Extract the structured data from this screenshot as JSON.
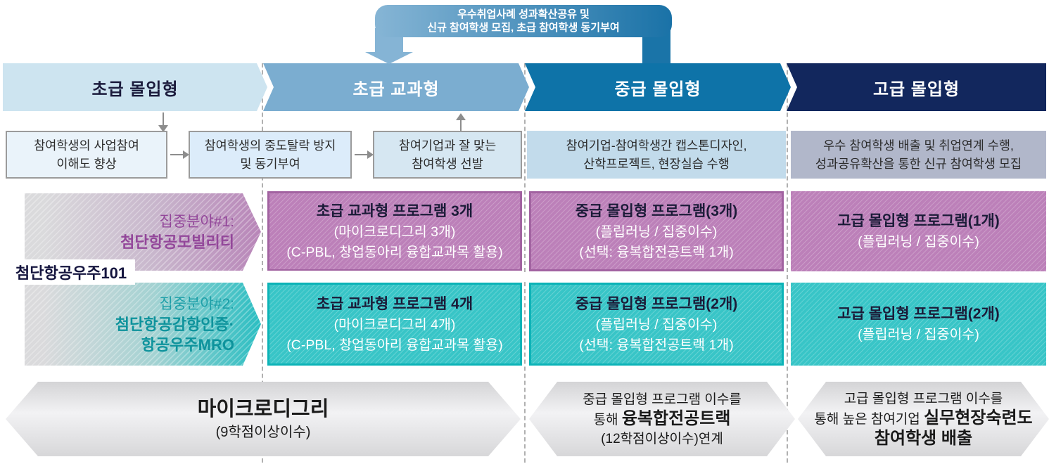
{
  "loop_arrow": {
    "line1": "우수취업사례 성과확산공유 및",
    "line2": "신규 참여학생 모집, 초급 참여학생 동기부여"
  },
  "headers": [
    {
      "label": "초급 몰입형"
    },
    {
      "label": "초급 교과형"
    },
    {
      "label": "중급 몰입형"
    },
    {
      "label": "고급 몰입형"
    }
  ],
  "process_boxes": [
    {
      "line1": "참여학생의 사업참여",
      "line2": "이해도 향상"
    },
    {
      "line1": "참여학생의 중도탈락 방지",
      "line2": "및 동기부여"
    },
    {
      "line1": "참여기업과 잘 맞는",
      "line2": "참여학생 선발"
    },
    {
      "line1": "참여기업-참여학생간 캡스톤디자인,",
      "line2": "산학프로젝트, 현장실습 수행"
    },
    {
      "line1": "우수 참여학생 배출 및 취업연계 수행,",
      "line2": "성과공유확산을 통한 신규 참여학생 모집"
    }
  ],
  "family_label": "첨단항공우주101",
  "tracks": [
    {
      "focus": {
        "line1": "집중분야#1:",
        "line2": "첨단항공모빌리티",
        "line3": ""
      },
      "programs": [
        {
          "title": "초급 교과형 프로그램 3개",
          "line2": "(마이크로디그리 3개)",
          "line3": "(C-PBL, 창업동아리 융합교과목 활용)"
        },
        {
          "title": "중급 몰입형 프로그램(3개)",
          "line2": "(플립러닝 / 집중이수)",
          "line3": "(선택: 융복합전공트랙 1개)"
        },
        {
          "title": "고급 몰입형 프로그램(1개)",
          "line2": "(플립러닝 / 집중이수)"
        }
      ]
    },
    {
      "focus": {
        "line1": "집중분야#2:",
        "line2": "첨단항공감항인증·",
        "line3": "항공우주MRO"
      },
      "programs": [
        {
          "title": "초급 교과형 프로그램 4개",
          "line2": "(마이크로디그리 4개)",
          "line3": "(C-PBL, 창업동아리 융합교과목 활용)"
        },
        {
          "title": "중급 몰입형 프로그램(2개)",
          "line2": "(플립러닝 / 집중이수)",
          "line3": "(선택: 융복합전공트랙 1개)"
        },
        {
          "title": "고급 몰입형 프로그램(2개)",
          "line2": "(플립러닝 / 집중이수)"
        }
      ]
    }
  ],
  "outcomes": [
    {
      "title": "마이크로디그리",
      "subtitle": "(9학점이상이수)"
    },
    {
      "line1": "중급 몰입형 프로그램 이수를",
      "line2_pre": "통해 ",
      "line2_bold": "융복합전공트랙",
      "line3": "(12학점이상이수)연계"
    },
    {
      "line1": "고급 몰입형 프로그램 이수를",
      "line2_pre": "통해 높은 참여기업 ",
      "line2_bold": "실무현장숙련도",
      "line3_bold": "참여학생 배출"
    }
  ],
  "colors": {
    "header_level1": "#cde4f0",
    "header_level2": "#7badd0",
    "header_level3": "#0e73a8",
    "header_level4": "#12275d",
    "loop_gradient_start": "#86b5d5",
    "loop_gradient_end": "#1a72a7",
    "track1_purple": "#bc80b9",
    "track2_teal": "#38c5c7",
    "outcome_gray": "#e3e3e5"
  }
}
